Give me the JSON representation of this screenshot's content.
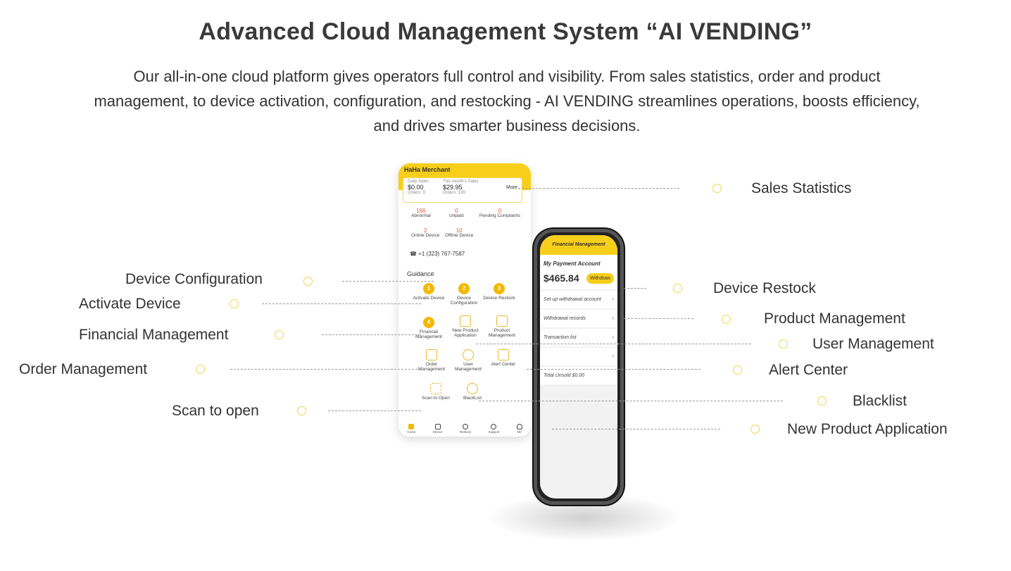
{
  "title": "Advanced Cloud Management System “AI VENDING”",
  "description": "Our all-in-one cloud platform gives operators full control and visibility. From sales statistics, order and product management, to device activation, configuration, and restocking - AI VENDING streamlines operations, boosts efficiency, and drives smarter business decisions.",
  "features_left": [
    "Device Configuration",
    "Activate Device",
    "Financial Management",
    "Order Management",
    "Scan to open"
  ],
  "features_right": [
    "Sales Statistics",
    "Device Restock",
    "Product Management",
    "User Management",
    "Alert Center",
    "Blacklist",
    "New Product Application"
  ],
  "accent": "#f7cf1b",
  "front_phone": {
    "header": "HaHa Merchant",
    "daily_sales_label": "Daily Sales",
    "daily_sales": "$0.00",
    "daily_orders": "Orders: 0",
    "month_sales_label": "This month's Sales",
    "month_sales": "$29.95",
    "month_orders": "Orders: 139",
    "more": "More",
    "stats": [
      {
        "n": "166",
        "l": "Abnormal"
      },
      {
        "n": "0",
        "l": "Unpaid"
      },
      {
        "n": "0",
        "l": "Pending Complaints"
      },
      {
        "n": "2",
        "l": "Online Device"
      },
      {
        "n": "10",
        "l": "Offline Device"
      }
    ],
    "phone": "+1 (323) 767-7587",
    "guidance": "Guidance",
    "grid": [
      {
        "n": "1",
        "l": "Activate Device"
      },
      {
        "n": "2",
        "l": "Device Configuration"
      },
      {
        "n": "3",
        "l": "Device Restock"
      },
      {
        "n": "4",
        "l": "Financial Management"
      },
      {
        "l": "New Product Application"
      },
      {
        "l": "Product Management"
      },
      {
        "l": "Order Management"
      },
      {
        "l": "User Management"
      },
      {
        "l": "Alert Center"
      },
      {
        "l": "Scan to Open"
      },
      {
        "l": "BlackList"
      }
    ],
    "nav": [
      "Home",
      "Device",
      "Restock",
      "Support",
      "Me"
    ]
  },
  "back_phone": {
    "header": "Financial Management",
    "account": "My Payment Account",
    "amount": "$465.84",
    "withdraw": "Withdraw",
    "rows": [
      "Set up withdrawal account",
      "Withdrawal records",
      "Transaction list",
      "",
      "Total Unsold $0.00"
    ]
  }
}
